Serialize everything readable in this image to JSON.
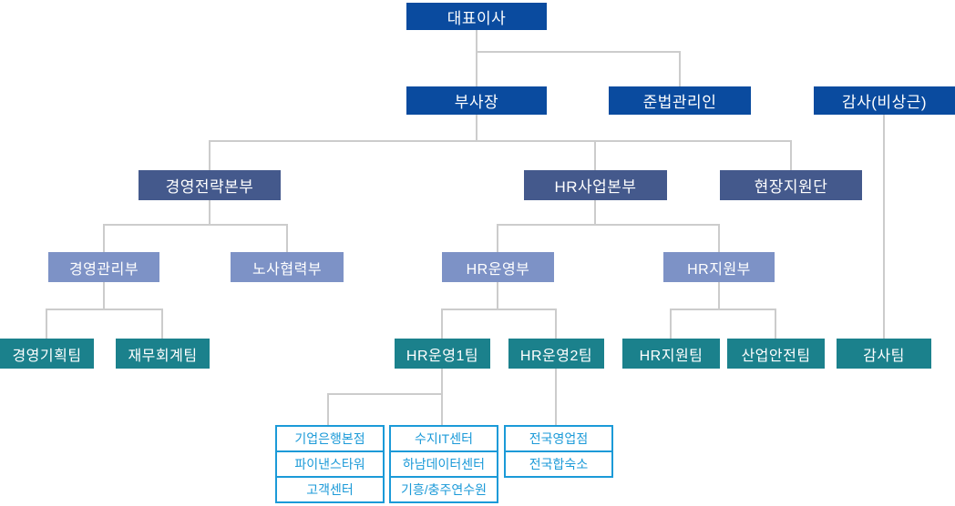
{
  "org_chart": {
    "nodes": {
      "ceo": {
        "label": "대표이사"
      },
      "vice_president": {
        "label": "부사장"
      },
      "compliance_officer": {
        "label": "준법관리인"
      },
      "auditor": {
        "label": "감사(비상근)"
      },
      "management_strategy_hq": {
        "label": "경영전략본부"
      },
      "hr_business_hq": {
        "label": "HR사업본부"
      },
      "field_support_group": {
        "label": "현장지원단"
      },
      "management_admin_dept": {
        "label": "경영관리부"
      },
      "labor_cooperation_dept": {
        "label": "노사협력부"
      },
      "hr_operations_dept": {
        "label": "HR운영부"
      },
      "hr_support_dept": {
        "label": "HR지원부"
      },
      "management_planning_team": {
        "label": "경영기획팀"
      },
      "finance_accounting_team": {
        "label": "재무회계팀"
      },
      "hr_operations_team1": {
        "label": "HR운영1팀"
      },
      "hr_operations_team2": {
        "label": "HR운영2팀"
      },
      "hr_support_team": {
        "label": "HR지원팀"
      },
      "industrial_safety_team": {
        "label": "산업안전팀"
      },
      "audit_team": {
        "label": "감사팀"
      }
    },
    "site_lists": {
      "list1": {
        "items": [
          "기업은행본점",
          "파이낸스타워",
          "고객센터"
        ]
      },
      "list2": {
        "items": [
          "수지IT센터",
          "하남데이터센터",
          "기흥/충주연수원"
        ]
      },
      "list3": {
        "items": [
          "전국영업점",
          "전국합숙소"
        ]
      }
    },
    "colors": {
      "executive_box": "#0a4b9f",
      "headquarters_box": "#44598c",
      "department_box": "#7d92c6",
      "team_box": "#1b818c",
      "site_list_accent": "#1b9ad8",
      "connector_line": "#cccccc",
      "background": "#ffffff"
    }
  }
}
